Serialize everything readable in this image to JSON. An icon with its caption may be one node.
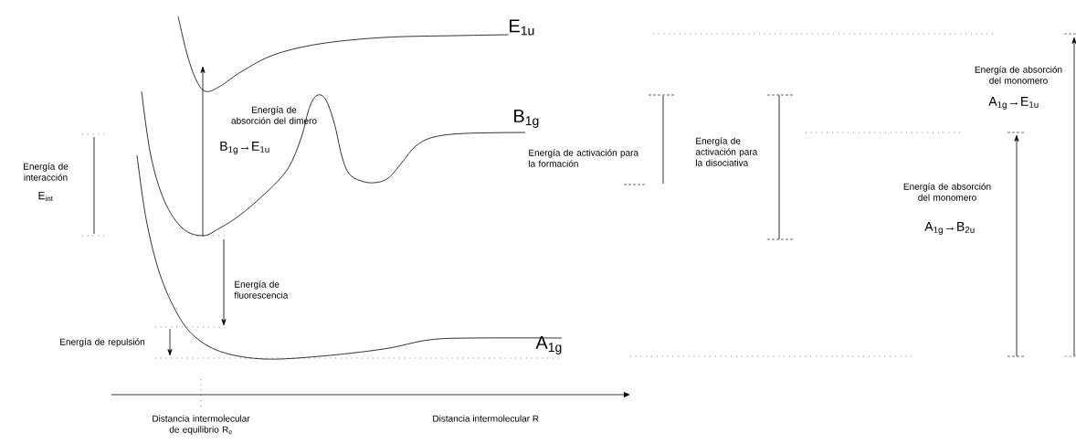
{
  "diagram": {
    "labels": [
      "E$_{1u}$",
      "Energía de absorción del dimero",
      "B$_{1g}$→E$_{1u}$",
      "B$_{1g}$",
      "Energía de activación para la formación",
      "Energía de activación para la disociativa",
      "Energía de absorción del monomero",
      "A$_{1g}$→E$_{1u}$",
      "Energía de interacción",
      "E$_{int}$",
      "Energía de absorción del monomero",
      "A$_{1g}$→B$_{2u}$",
      "Energía de fluorescencia",
      "Energía de repulsión",
      "A$_{1g}$",
      "Distancia intermolecular de equilibrio R$_{e}$",
      "Distancia intermolecular R"
    ]
  }
}
